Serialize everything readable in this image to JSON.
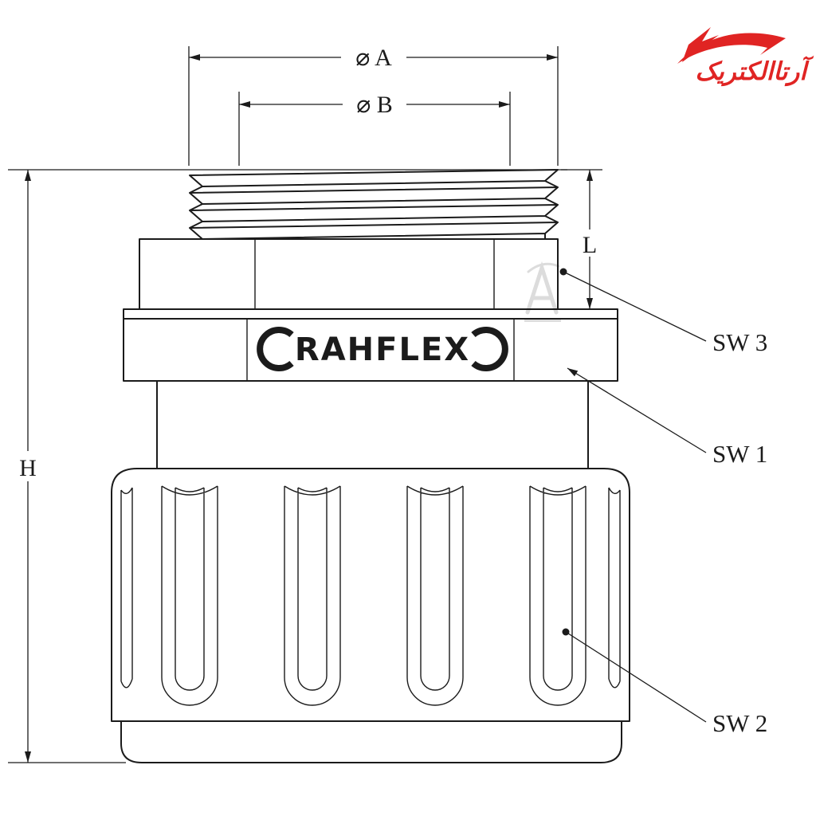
{
  "dimensions": {
    "diameter_a": "⌀ A",
    "diameter_b": "⌀ B",
    "length_l": "L",
    "height_h": "H"
  },
  "callouts": {
    "sw1": "SW 1",
    "sw2": "SW 2",
    "sw3": "SW 3"
  },
  "part": {
    "brand": "RAHFLEX"
  },
  "logo": {
    "brand_text": "آرتاالکتریک"
  },
  "colors": {
    "line": "#1b1b1b",
    "logo_red": "#e02423",
    "watermark_gray": "#8f8f8f",
    "background": "#ffffff"
  }
}
